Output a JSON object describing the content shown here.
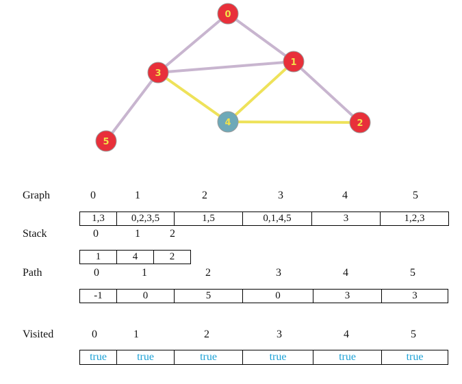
{
  "graph": {
    "nodes": [
      {
        "id": "0",
        "color": "#e8303a"
      },
      {
        "id": "1",
        "color": "#e8303a"
      },
      {
        "id": "2",
        "color": "#e8303a"
      },
      {
        "id": "3",
        "color": "#e8303a"
      },
      {
        "id": "4",
        "color": "#6ea9b8"
      },
      {
        "id": "5",
        "color": "#e8303a"
      }
    ],
    "edges": [
      {
        "from": "0",
        "to": "3",
        "highlight": false
      },
      {
        "from": "0",
        "to": "1",
        "highlight": false
      },
      {
        "from": "3",
        "to": "1",
        "highlight": false
      },
      {
        "from": "3",
        "to": "5",
        "highlight": false
      },
      {
        "from": "1",
        "to": "2",
        "highlight": false
      },
      {
        "from": "3",
        "to": "4",
        "highlight": true
      },
      {
        "from": "1",
        "to": "4",
        "highlight": true
      },
      {
        "from": "4",
        "to": "2",
        "highlight": true
      }
    ],
    "edge_color": "#c8b5cf",
    "highlight_color": "#eee25a"
  },
  "tables": {
    "graph": {
      "label": "Graph",
      "indices": [
        "0",
        "1",
        "2",
        "3",
        "4",
        "5"
      ],
      "values": [
        "1,3",
        "0,2,3,5",
        "1,5",
        "0,1,4,5",
        "3",
        "1,2,3"
      ]
    },
    "stack": {
      "label": "Stack",
      "indices": [
        "0",
        "1",
        "2"
      ],
      "values": [
        "1",
        "4",
        "2"
      ]
    },
    "path": {
      "label": "Path",
      "indices": [
        "0",
        "1",
        "2",
        "3",
        "4",
        "5"
      ],
      "values": [
        "-1",
        "0",
        "5",
        "0",
        "3",
        "3"
      ]
    },
    "visited": {
      "label": "Visited",
      "indices": [
        "0",
        "1",
        "2",
        "3",
        "4",
        "5"
      ],
      "values": [
        "true",
        "true",
        "true",
        "true",
        "true",
        "true"
      ],
      "value_color": "#1ba1d6"
    }
  }
}
